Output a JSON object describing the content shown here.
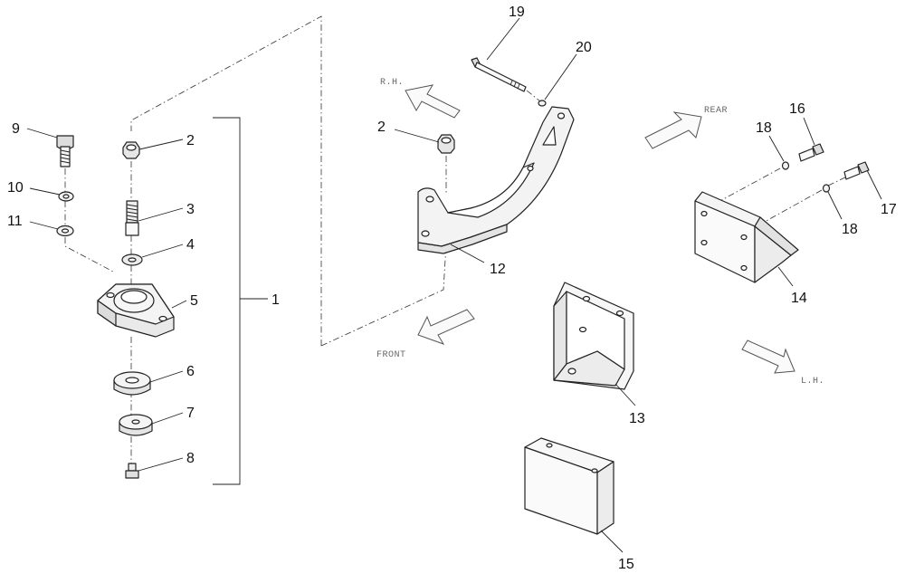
{
  "callouts": [
    "1",
    "2",
    "3",
    "4",
    "5",
    "6",
    "7",
    "8",
    "9",
    "10",
    "11",
    "12",
    "13",
    "14",
    "15",
    "16",
    "17",
    "18",
    "19",
    "20"
  ],
  "directions": {
    "rh": "R.H.",
    "rear": "REAR",
    "front": "FRONT",
    "lh": "L.H."
  }
}
